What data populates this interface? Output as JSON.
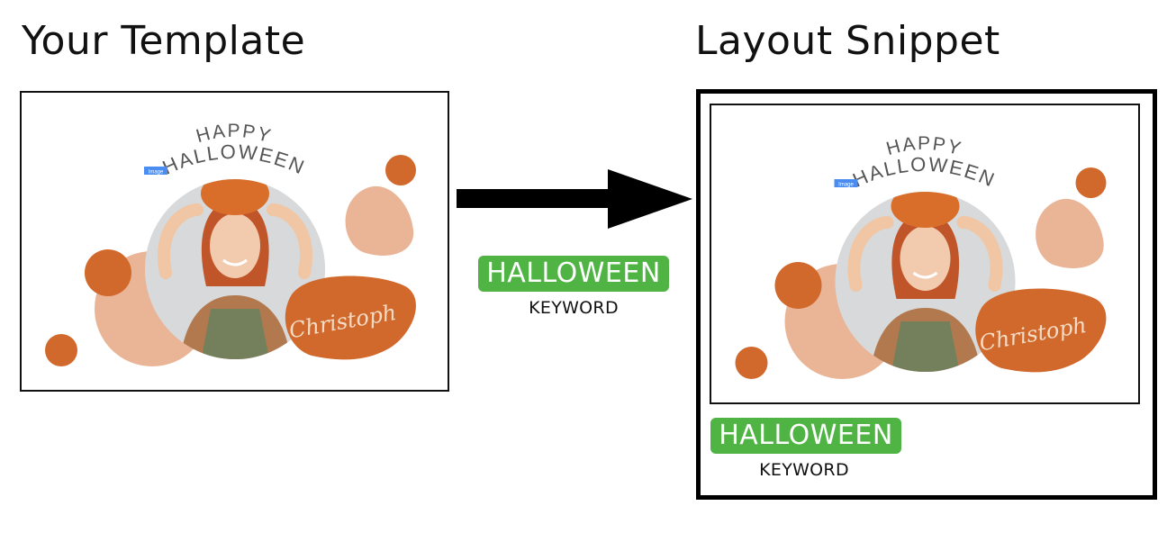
{
  "headings": {
    "left": "Your Template",
    "right": "Layout Snippet"
  },
  "template": {
    "greeting_line1": "HAPPY",
    "greeting_line2": "HALLOWEEN",
    "name": "Christoph",
    "image_tag": "Image"
  },
  "keyword": {
    "value": "HALLOWEEN",
    "caption": "KEYWORD"
  },
  "colors": {
    "blob_dark": "#d2692c",
    "blob_light": "#e9b596",
    "badge": "#50b444",
    "tag": "#4a8cf0"
  }
}
